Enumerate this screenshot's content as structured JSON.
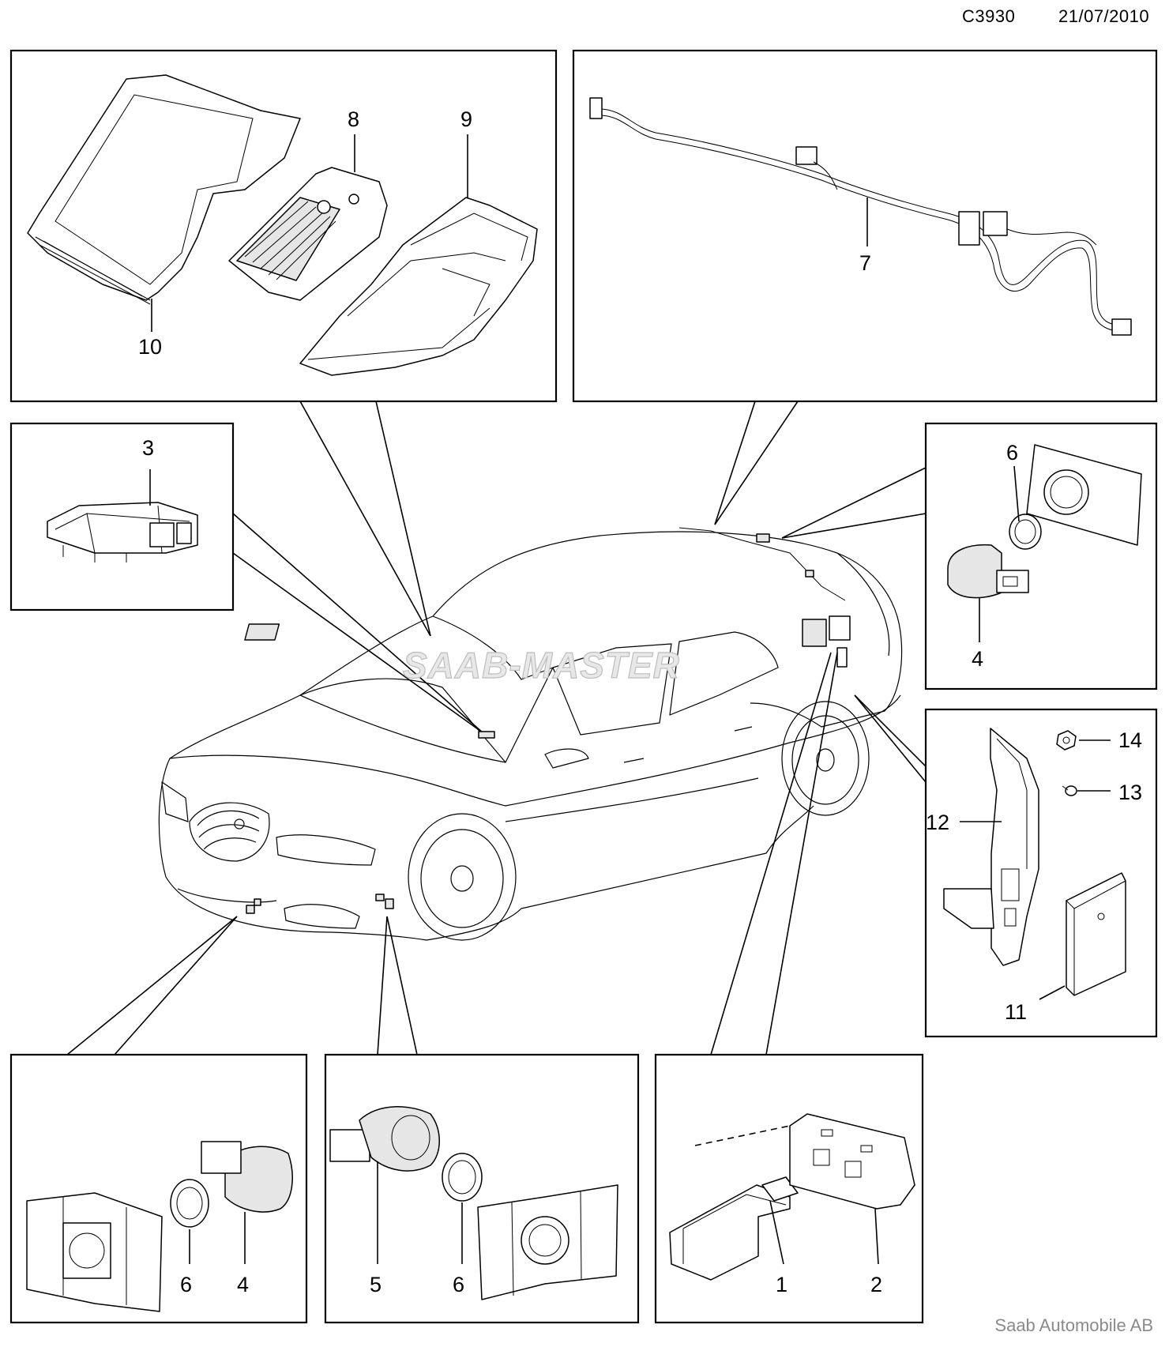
{
  "header": {
    "code": "C3930",
    "date": "21/07/2010"
  },
  "footer": {
    "brand": "Saab Automobile AB"
  },
  "watermark": "SAAB-MASTER",
  "callouts": {
    "c1": "1",
    "c2": "2",
    "c3": "3",
    "c4a": "4",
    "c4b": "4",
    "c5": "5",
    "c6a": "6",
    "c6b": "6",
    "c6c": "6",
    "c7": "7",
    "c8": "8",
    "c9": "9",
    "c10": "10",
    "c11": "11",
    "c12": "12",
    "c13": "13",
    "c14": "14"
  }
}
